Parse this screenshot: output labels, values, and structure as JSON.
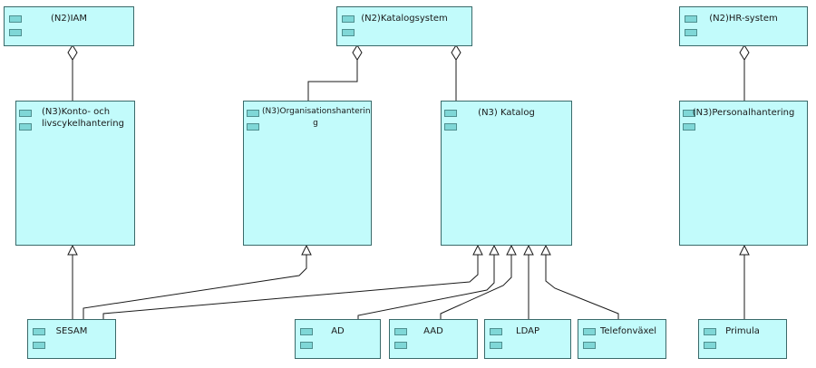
{
  "components": {
    "iam": "(N2)IAM",
    "katalogsystem": "(N2)Katalogsystem",
    "hr_system": "(N2)HR-system",
    "konto": "(N3)Konto- och livscykelhantering",
    "organisation": "(N3)Organisationshanterin g",
    "katalog": "(N3) Katalog",
    "personal": "(N3)Personalhantering",
    "sesam": "SESAM",
    "ad": "AD",
    "aad": "AAD",
    "ldap": "LDAP",
    "telefonvaxel": "Telefonväxel",
    "primula": "Primula"
  },
  "relations": {
    "aggregation": [
      [
        "iam",
        "konto"
      ],
      [
        "katalogsystem",
        "organisation"
      ],
      [
        "katalogsystem",
        "katalog"
      ],
      [
        "hr_system",
        "personal"
      ]
    ],
    "realization": [
      [
        "sesam",
        "konto"
      ],
      [
        "sesam",
        "organisation"
      ],
      [
        "sesam",
        "katalog"
      ],
      [
        "ad",
        "katalog"
      ],
      [
        "aad",
        "katalog"
      ],
      [
        "ldap",
        "katalog"
      ],
      [
        "telefonvaxel",
        "katalog"
      ],
      [
        "primula",
        "personal"
      ]
    ]
  },
  "colors": {
    "fill": "#c2fbfb",
    "border": "#3a6a6a",
    "icon": "#7fd7d7"
  }
}
